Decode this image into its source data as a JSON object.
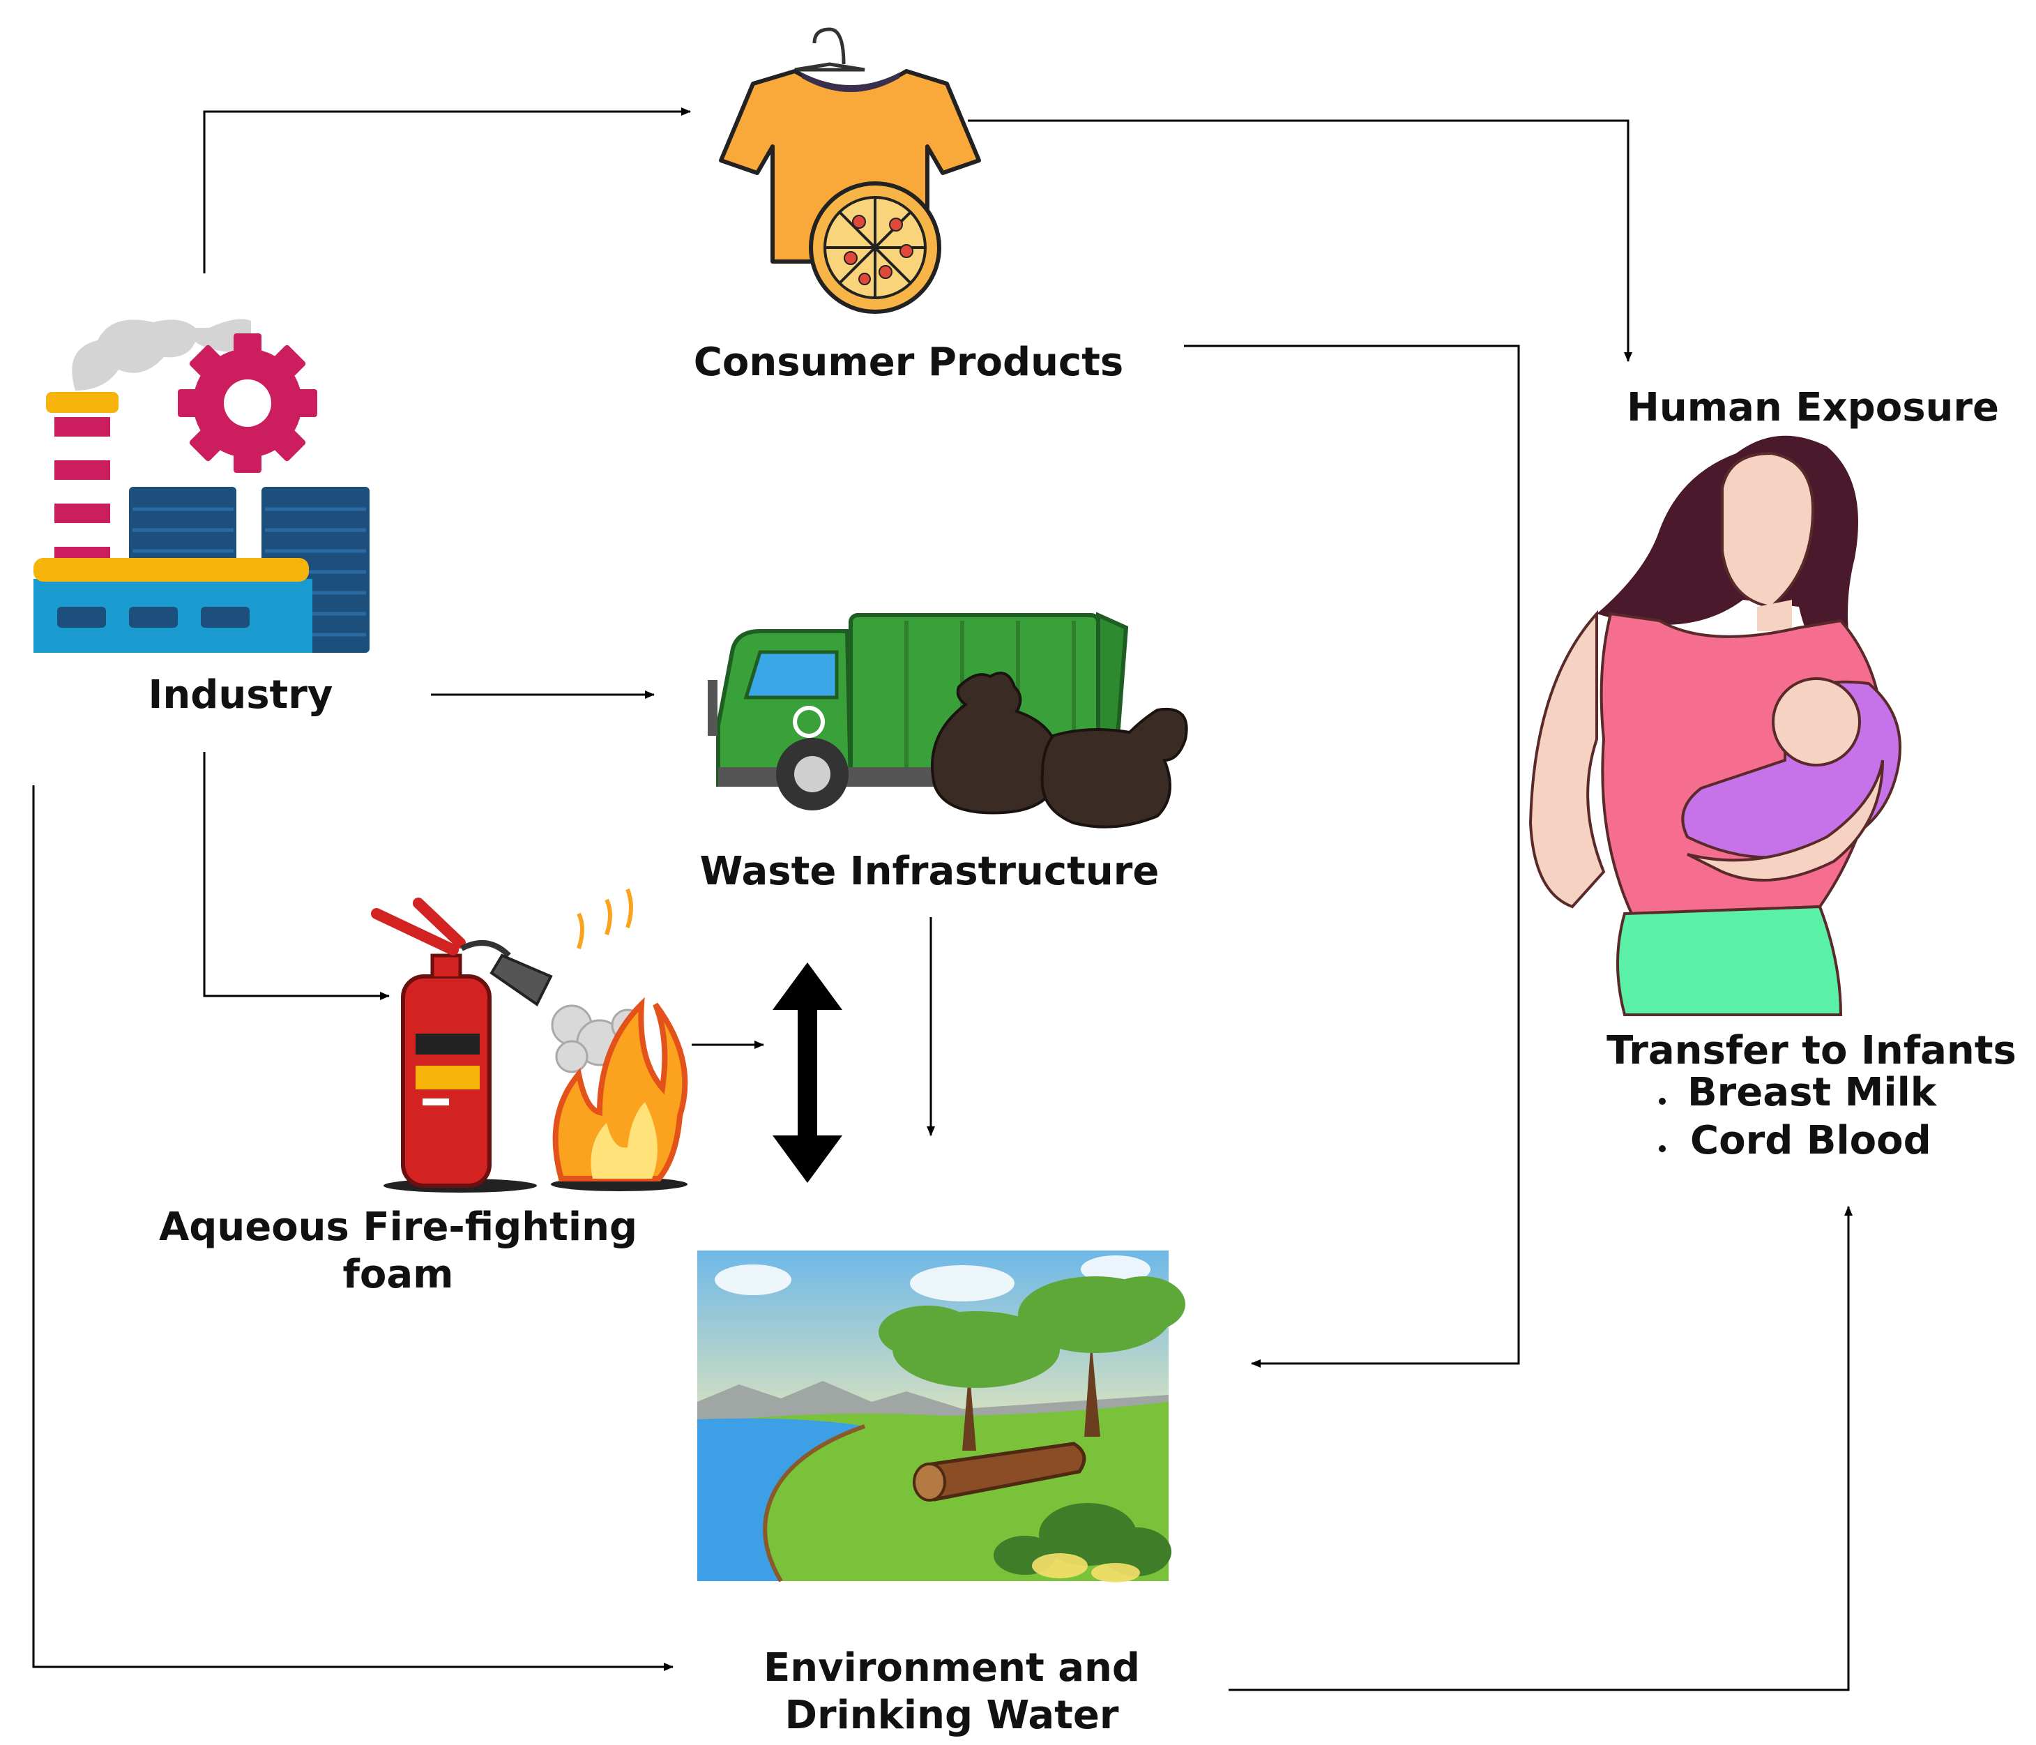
{
  "nodes": {
    "consumer_products": {
      "label": "Consumer Products"
    },
    "industry": {
      "label": "Industry"
    },
    "waste_infrastructure": {
      "label": "Waste Infrastructure"
    },
    "firefighting_foam": {
      "label_line1": "Aqueous Fire-fighting",
      "label_line2": "foam"
    },
    "environment": {
      "label_line1": "Environment and",
      "label_line2": "Drinking Water"
    },
    "human_exposure": {
      "label": "Human Exposure"
    },
    "transfer": {
      "title": "Transfer to Infants",
      "items": [
        "Breast Milk",
        "Cord Blood"
      ]
    }
  },
  "colors": {
    "shirt": "#f9a83a",
    "gear": "#cc1d5e",
    "factory_blue": "#1a9bd0",
    "tank_navy": "#1c4f7b",
    "chimney_red": "#cc1d5e",
    "truck_green": "#3aa03a",
    "bag": "#3a2c25",
    "extinguisher": "#d32222",
    "flame": "#fba21e",
    "water": "#3d9fe6",
    "grass": "#7ac23a",
    "top_pink": "#f56d8f",
    "pants_green": "#5af0a5",
    "baby_purple": "#c672e8",
    "hair": "#4a1a2c",
    "skin": "#f6d2c3",
    "line": "#000000"
  }
}
